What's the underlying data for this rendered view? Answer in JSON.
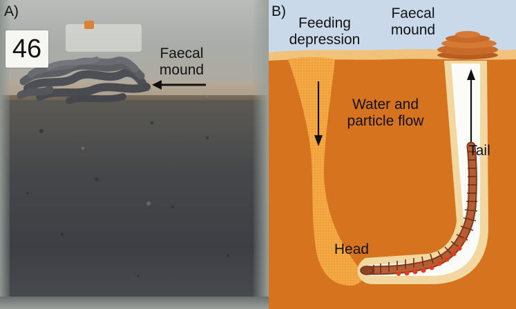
{
  "panel_a": {
    "label": "A)",
    "tag_number": "46",
    "annotation": "Faecal mound",
    "colors": {
      "soil": "#45464a",
      "sand": "#b0a48f"
    }
  },
  "panel_b": {
    "label": "B)",
    "feeding_label": "Feeding depression",
    "faecal_label": "Faecal mound",
    "flow_label": "Water and particle flow",
    "tail_label": "Tail",
    "head_label": "Head",
    "colors": {
      "sky": "#c9d9ea",
      "sediment": "#d6731e",
      "burrow_lining": "#f3d7a0",
      "burrow": "#fbfbf7",
      "worm": "#a7552f",
      "gills": "#e63b1c"
    }
  }
}
